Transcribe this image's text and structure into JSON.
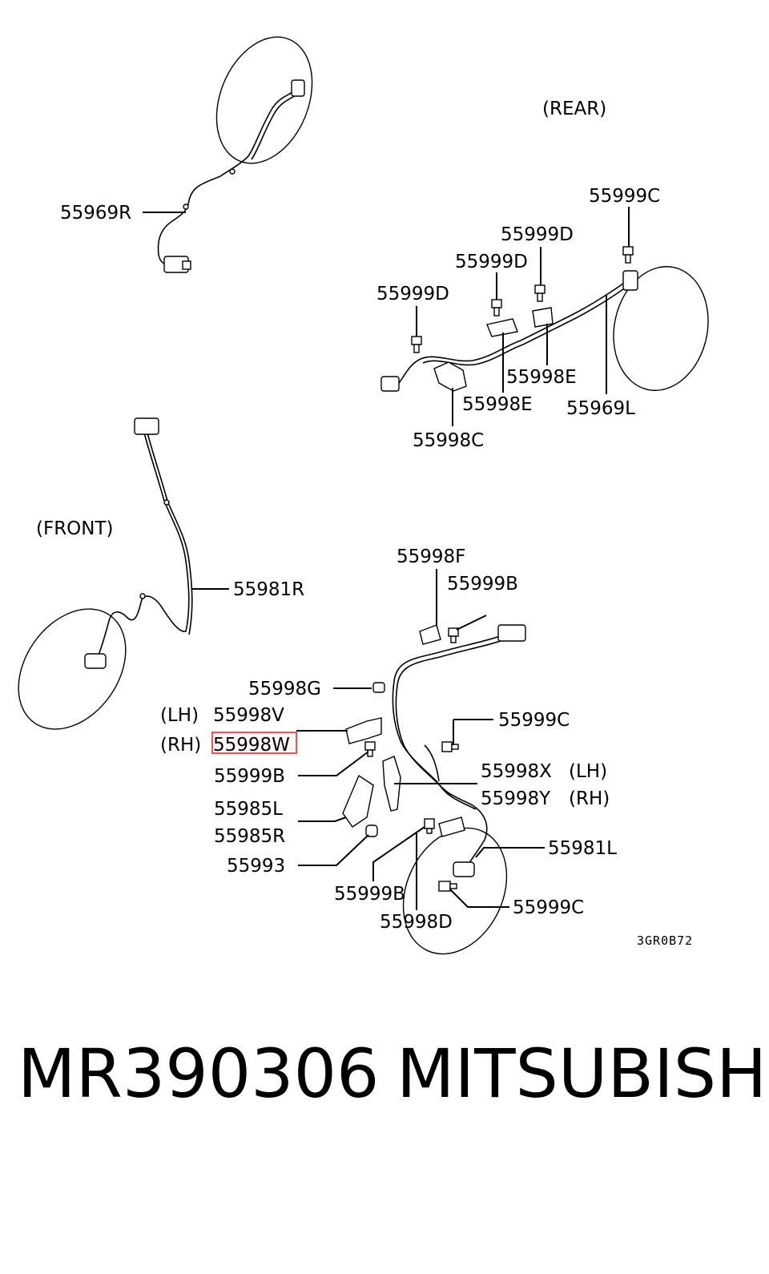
{
  "diagram": {
    "section_labels": {
      "rear": "(REAR)",
      "front": "(FRONT)"
    },
    "parts": {
      "p55969R": "55969R",
      "p55999C_top": "55999C",
      "p55999D_1": "55999D",
      "p55999D_2": "55999D",
      "p55999D_3": "55999D",
      "p55998E_1": "55998E",
      "p55998E_2": "55998E",
      "p55969L": "55969L",
      "p55998C": "55998C",
      "p55981R": "55981R",
      "p55998F": "55998F",
      "p55999B_top": "55999B",
      "p55998G": "55998G",
      "p55998V": "55998V",
      "p55998W": "55998W",
      "p55999C_mid": "55999C",
      "p55999B_mid": "55999B",
      "p55998X": "55998X",
      "p55998Y": "55998Y",
      "p55985L": "55985L",
      "p55985R": "55985R",
      "p55993": "55993",
      "p55981L": "55981L",
      "p55999B_bot": "55999B",
      "p55999C_bot": "55999C",
      "p55998D": "55998D"
    },
    "side_tags": {
      "lh_1": "(LH)",
      "rh_1": "(RH)",
      "lh_2": "(LH)",
      "rh_2": "(RH)"
    },
    "highlighted_part": "55998W",
    "highlight_color": "#e03030",
    "drawing_code": "3GR0B72"
  },
  "footer": {
    "part_number": "MR390306",
    "brand": "MITSUBISHI"
  }
}
